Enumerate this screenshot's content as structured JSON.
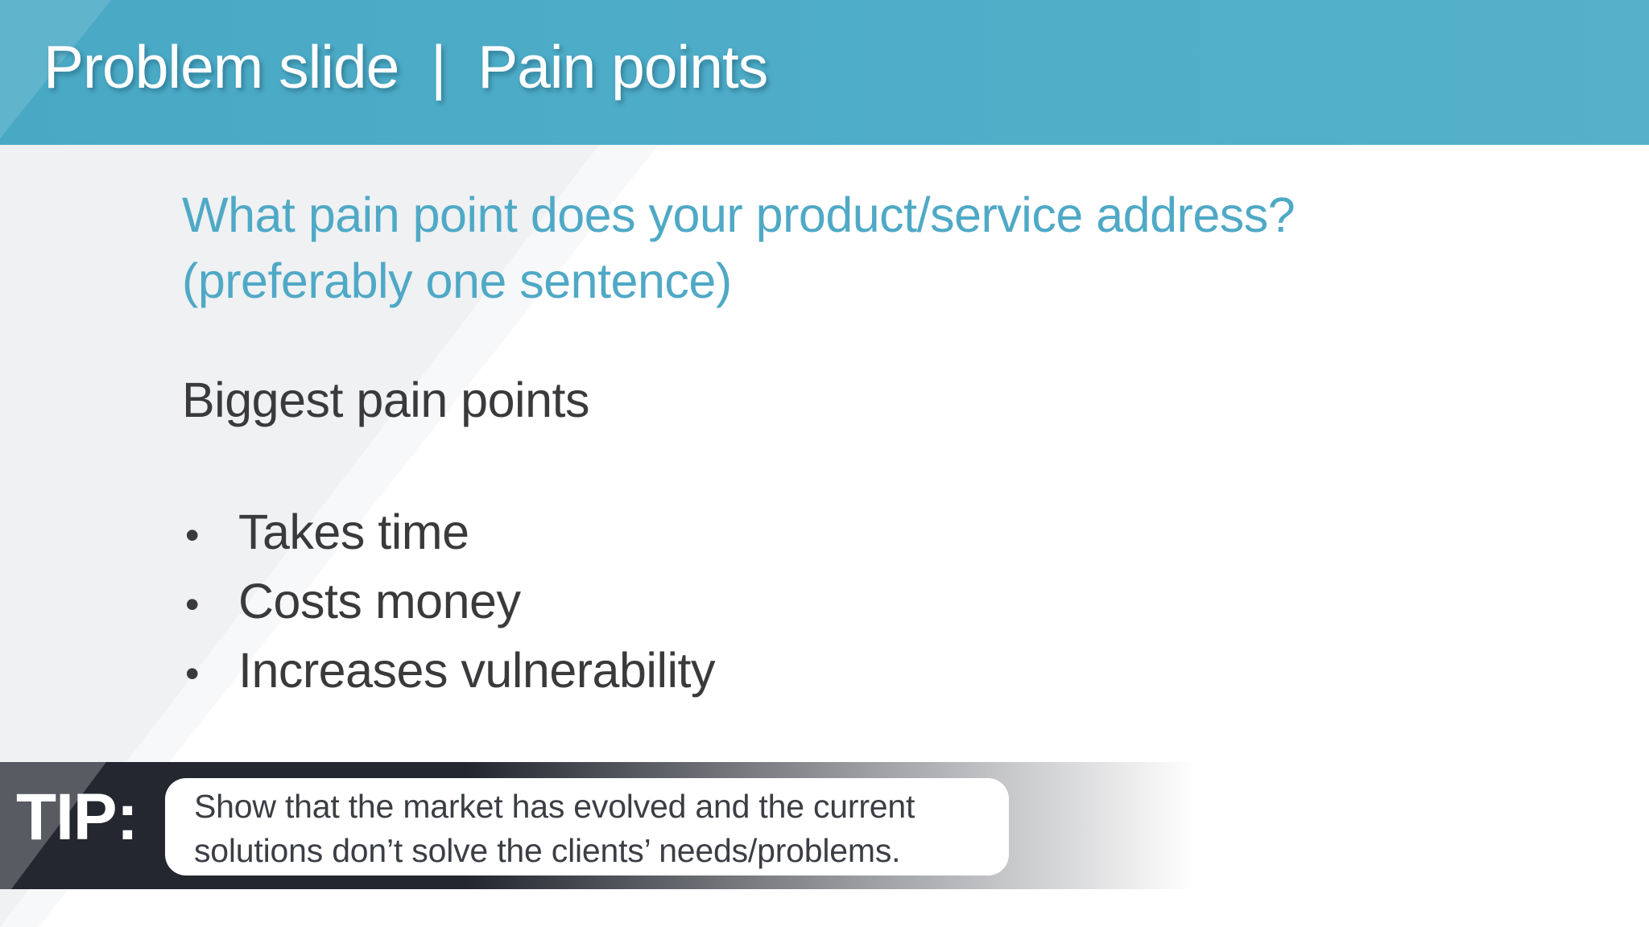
{
  "slide": {
    "header": {
      "title": "Problem slide  |  Pain points"
    },
    "question": {
      "line1": "What pain point does your product/service address?",
      "line2": "(preferably one sentence)"
    },
    "subtitle": "Biggest pain points",
    "bullets": [
      "Takes time",
      "Costs money",
      "Increases vulnerability"
    ],
    "tip": {
      "label": "TIP:",
      "line1": "Show that the market has evolved and the current",
      "line2": "solutions don’t solve the clients’ needs/problems."
    },
    "colors": {
      "header_teal": "#4fadc9",
      "header_accent_light": "#5fbcd5",
      "question_teal": "#4fa9c6",
      "body_text": "#3a3a3c",
      "background_diagonal_gray": "#eff1f3",
      "tip_band_dark": "#242730",
      "tip_text": "#3b3e44",
      "tip_box_background": "#ffffff"
    }
  }
}
